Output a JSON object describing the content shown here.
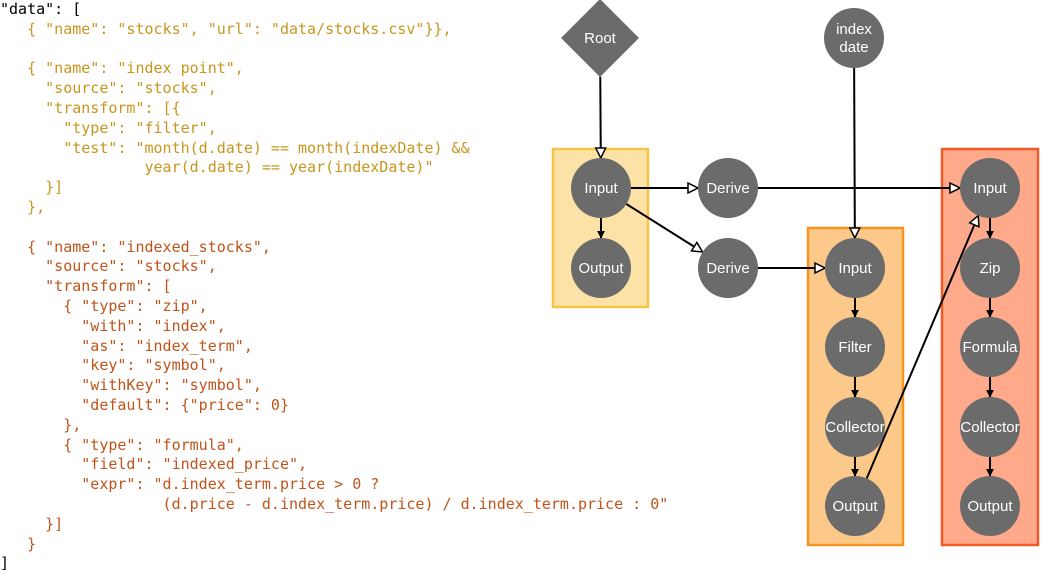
{
  "colors": {
    "default": "#000000",
    "gold": "#c8961e",
    "orange": "#c0541a",
    "node": "#6b6b6b",
    "box_1_fill": "#fde2a8",
    "box_1_stroke": "#f4c542",
    "box_2_fill": "#fdc98b",
    "box_2_stroke": "#f7941d",
    "box_3_fill": "#fda98a",
    "box_3_stroke": "#f15a24"
  },
  "code_lines": [
    [
      {
        "t": "\"data\": [",
        "c": "default"
      }
    ],
    [
      {
        "t": "   ",
        "c": "default"
      },
      {
        "t": "{ \"name\": \"stocks\", \"url\": \"data/stocks.csv\"}},",
        "c": "gold"
      }
    ],
    [
      {
        "t": "",
        "c": "default"
      }
    ],
    [
      {
        "t": "   ",
        "c": "default"
      },
      {
        "t": "{ \"name\": \"index point\",",
        "c": "gold"
      }
    ],
    [
      {
        "t": "     \"source\": \"stocks\",",
        "c": "gold"
      }
    ],
    [
      {
        "t": "     \"transform\": [{",
        "c": "gold"
      }
    ],
    [
      {
        "t": "       \"type\": \"filter\",",
        "c": "gold"
      }
    ],
    [
      {
        "t": "       \"test\": \"month(d.date) == month(indexDate) &&",
        "c": "gold"
      }
    ],
    [
      {
        "t": "                year(d.date) == year(indexDate)\"",
        "c": "gold"
      }
    ],
    [
      {
        "t": "     }]",
        "c": "gold"
      }
    ],
    [
      {
        "t": "   },",
        "c": "gold"
      }
    ],
    [
      {
        "t": "",
        "c": "default"
      }
    ],
    [
      {
        "t": "   { \"name\": \"indexed_stocks\",",
        "c": "orange"
      }
    ],
    [
      {
        "t": "     \"source\": \"stocks\",",
        "c": "orange"
      }
    ],
    [
      {
        "t": "     \"transform\": [",
        "c": "orange"
      }
    ],
    [
      {
        "t": "       { \"type\": \"zip\",",
        "c": "orange"
      }
    ],
    [
      {
        "t": "         \"with\": \"index\",",
        "c": "orange"
      }
    ],
    [
      {
        "t": "         \"as\": \"index_term\",",
        "c": "orange"
      }
    ],
    [
      {
        "t": "         \"key\": \"symbol\",",
        "c": "orange"
      }
    ],
    [
      {
        "t": "         \"withKey\": \"symbol\",",
        "c": "orange"
      }
    ],
    [
      {
        "t": "         \"default\": {\"price\": 0}",
        "c": "orange"
      }
    ],
    [
      {
        "t": "       },",
        "c": "orange"
      }
    ],
    [
      {
        "t": "       { \"type\": \"formula\",",
        "c": "orange"
      }
    ],
    [
      {
        "t": "         \"field\": \"indexed_price\",",
        "c": "orange"
      }
    ],
    [
      {
        "t": "         \"expr\": \"d.index_term.price > 0 ?",
        "c": "orange"
      }
    ],
    [
      {
        "t": "                  (d.price - d.index_term.price) / d.index_term.price : 0\"",
        "c": "orange"
      }
    ],
    [
      {
        "t": "     }]",
        "c": "orange"
      }
    ],
    [
      {
        "t": "   }",
        "c": "orange"
      }
    ],
    [
      {
        "t": "]",
        "c": "default"
      }
    ]
  ],
  "diagram": {
    "nodes": [
      {
        "id": "root",
        "label": "Root",
        "shape": "diamond"
      },
      {
        "id": "index-date",
        "label": "index\ndate",
        "shape": "circle"
      },
      {
        "id": "input-1",
        "label": "Input",
        "shape": "circle"
      },
      {
        "id": "output-1",
        "label": "Output",
        "shape": "circle"
      },
      {
        "id": "derive-1",
        "label": "Derive",
        "shape": "circle"
      },
      {
        "id": "derive-2",
        "label": "Derive",
        "shape": "circle"
      },
      {
        "id": "input-2",
        "label": "Input",
        "shape": "circle"
      },
      {
        "id": "filter",
        "label": "Filter",
        "shape": "circle"
      },
      {
        "id": "collector-1",
        "label": "Collector",
        "shape": "circle"
      },
      {
        "id": "output-2",
        "label": "Output",
        "shape": "circle"
      },
      {
        "id": "input-3",
        "label": "Input",
        "shape": "circle"
      },
      {
        "id": "zip",
        "label": "Zip",
        "shape": "circle"
      },
      {
        "id": "formula",
        "label": "Formula",
        "shape": "circle"
      },
      {
        "id": "collector-2",
        "label": "Collector",
        "shape": "circle"
      },
      {
        "id": "output-3",
        "label": "Output",
        "shape": "circle"
      }
    ],
    "edges": [
      {
        "from": "root",
        "to": "input-1",
        "head": "open"
      },
      {
        "from": "input-1",
        "to": "output-1",
        "head": "solid"
      },
      {
        "from": "input-1",
        "to": "derive-1",
        "head": "open"
      },
      {
        "from": "input-1",
        "to": "derive-2",
        "head": "open"
      },
      {
        "from": "derive-1",
        "to": "input-3",
        "head": "open"
      },
      {
        "from": "derive-2",
        "to": "input-2",
        "head": "open"
      },
      {
        "from": "index-date",
        "to": "input-2",
        "head": "open"
      },
      {
        "from": "input-2",
        "to": "filter",
        "head": "solid"
      },
      {
        "from": "filter",
        "to": "collector-1",
        "head": "solid"
      },
      {
        "from": "collector-1",
        "to": "output-2",
        "head": "solid"
      },
      {
        "from": "output-2",
        "to": "input-3",
        "head": "open"
      },
      {
        "from": "input-3",
        "to": "zip",
        "head": "solid"
      },
      {
        "from": "zip",
        "to": "formula",
        "head": "solid"
      },
      {
        "from": "formula",
        "to": "collector-2",
        "head": "solid"
      },
      {
        "from": "collector-2",
        "to": "output-3",
        "head": "solid"
      }
    ]
  }
}
